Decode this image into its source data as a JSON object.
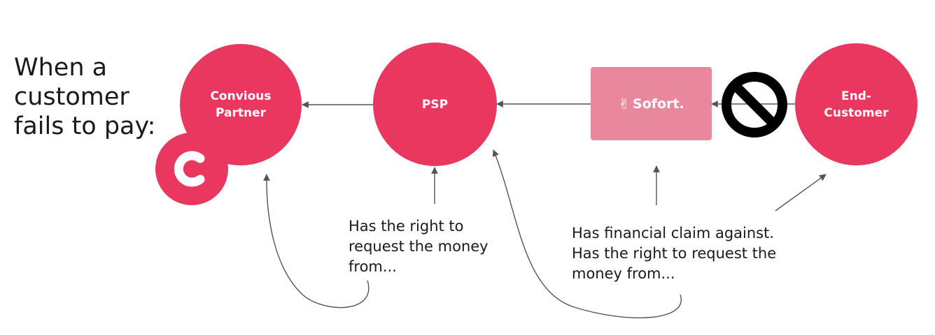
{
  "heading": "When a customer fails to pay:",
  "nodes": {
    "partner": "Convious Partner",
    "psp": "PSP",
    "sofort": "Sofort.",
    "end_customer": "End-Customer"
  },
  "notes": {
    "psp": "Has the right to request the money from...",
    "sofort": "Has financial claim against. Has the right to request the money from..."
  },
  "colors": {
    "node": "#e8385f",
    "sofort_box": "#e9879c",
    "arrow": "#555555",
    "blocked_sign": "#000000"
  },
  "icons": {
    "convious_logo": "letter-c-logo",
    "sofort_hand": "victory-hand-icon",
    "blocked": "prohibited-sign-icon"
  }
}
